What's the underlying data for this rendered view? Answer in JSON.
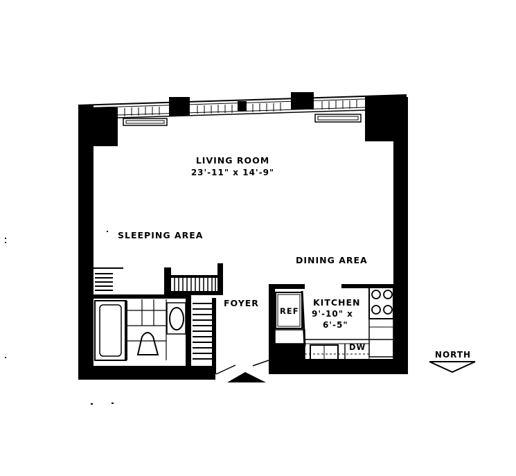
{
  "floorplan": {
    "living_room": {
      "name": "LIVING ROOM",
      "dims": "23'-11\" x 14'-9\""
    },
    "sleeping_area": {
      "name": "SLEEPING AREA"
    },
    "dining_area": {
      "name": "DINING AREA"
    },
    "foyer": {
      "name": "FOYER"
    },
    "kitchen": {
      "name": "KITCHEN",
      "dims_line1": "9'-10\" x",
      "dims_line2": "6'-5\""
    },
    "fixtures": {
      "refrigerator": "REF",
      "dishwasher": "DW"
    },
    "compass": {
      "label": "NORTH"
    }
  },
  "colors": {
    "ink": "#000000",
    "paper": "#ffffff"
  }
}
